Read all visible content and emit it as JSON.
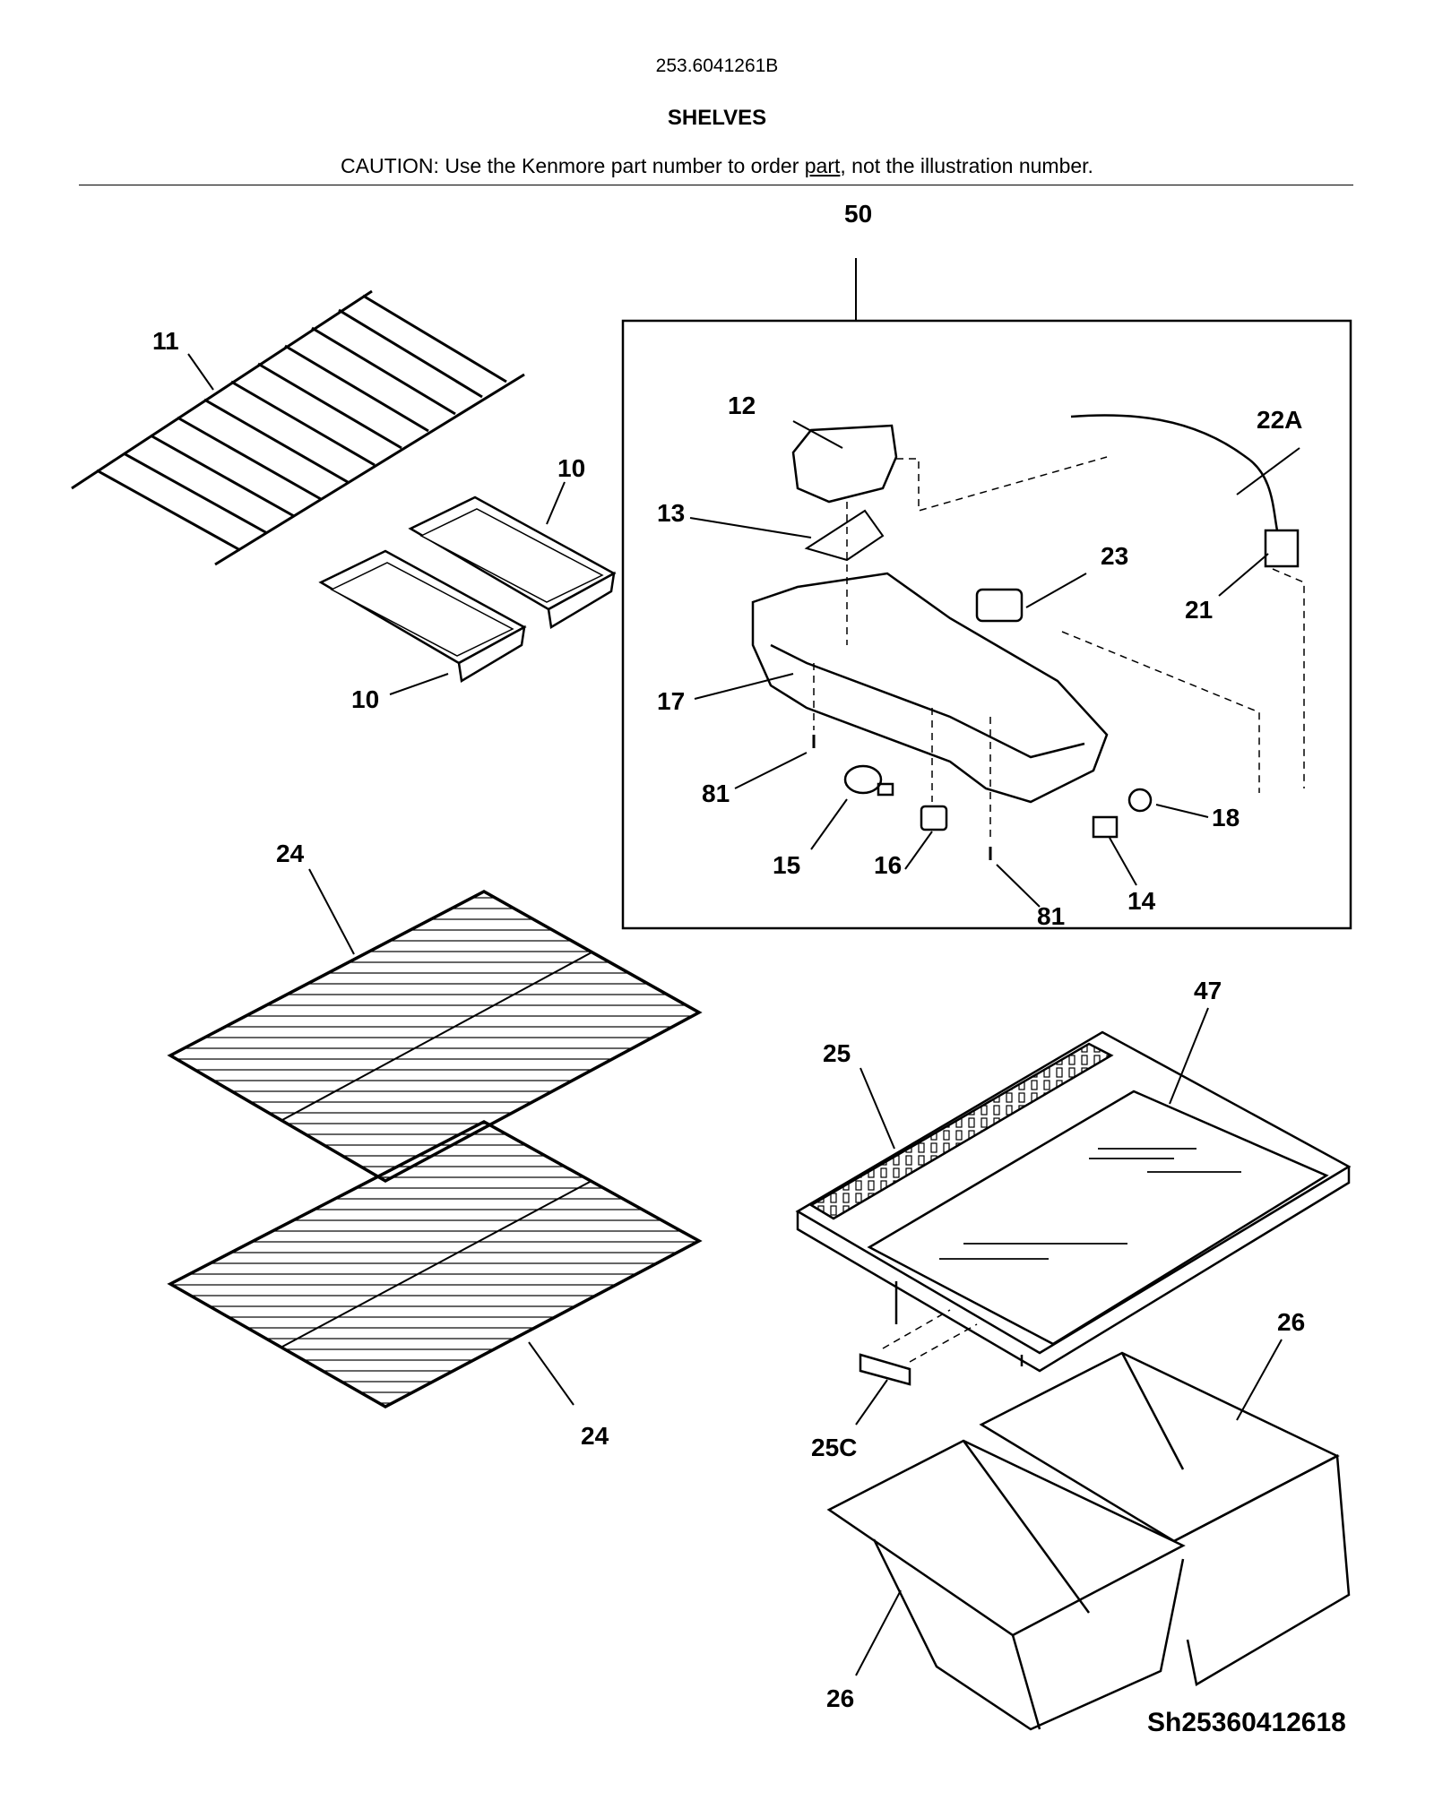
{
  "header": {
    "model_number": "253.6041261B",
    "section_title": "SHELVES",
    "caution_prefix": "CAUTION: Use the Kenmore part number to order ",
    "caution_link": "part",
    "caution_suffix": ", not the illustration number."
  },
  "callouts": {
    "c50": "50",
    "c11": "11",
    "c12": "12",
    "c22a": "22A",
    "c10a": "10",
    "c13": "13",
    "c23": "23",
    "c21": "21",
    "c17": "17",
    "c10b": "10",
    "c81a": "81",
    "c18": "18",
    "c15": "15",
    "c16": "16",
    "c14": "14",
    "c81b": "81",
    "c24a": "24",
    "c47": "47",
    "c25": "25",
    "c26a": "26",
    "c24b": "24",
    "c25c": "25C",
    "c26b": "26"
  },
  "document_id": "Sh25360412618"
}
